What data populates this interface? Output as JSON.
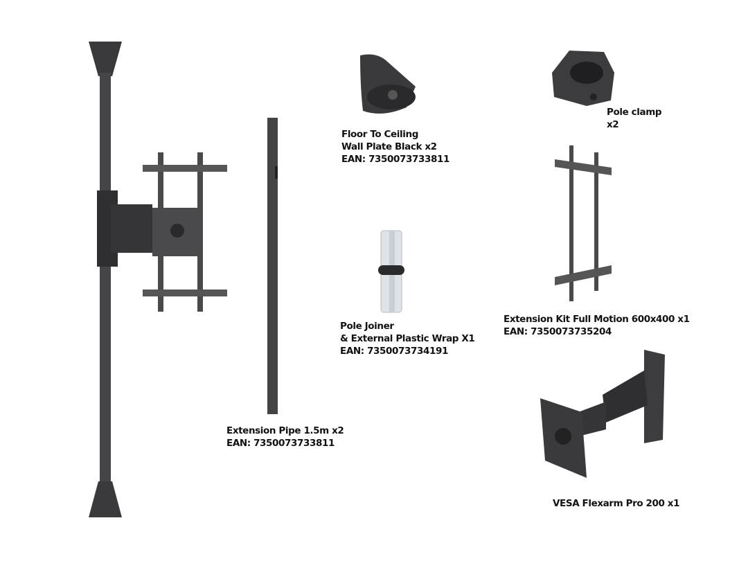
{
  "parts": {
    "wall_plate": {
      "line1": "Floor To Ceiling",
      "line2": "Wall Plate  Black x2",
      "ean": "EAN: 7350073733811"
    },
    "pole_clamp": {
      "line1": "Pole clamp",
      "line2": "x2"
    },
    "pole_joiner": {
      "line1": "Pole Joiner",
      "line2": "& External Plastic Wrap X1",
      "ean": "EAN: 7350073734191"
    },
    "extension_kit": {
      "line1": "Extension Kit Full Motion 600x400  x1",
      "ean": "EAN: 7350073735204"
    },
    "extension_pipe": {
      "line1": "Extension Pipe 1.5m x2",
      "ean": "EAN: 7350073733811"
    },
    "flexarm": {
      "line1": "VESA Flexarm Pro 200  x1"
    }
  },
  "colors": {
    "metal": "#3f3f41",
    "dark": "#2a2a2c",
    "joiner": "#dfe2e6"
  }
}
